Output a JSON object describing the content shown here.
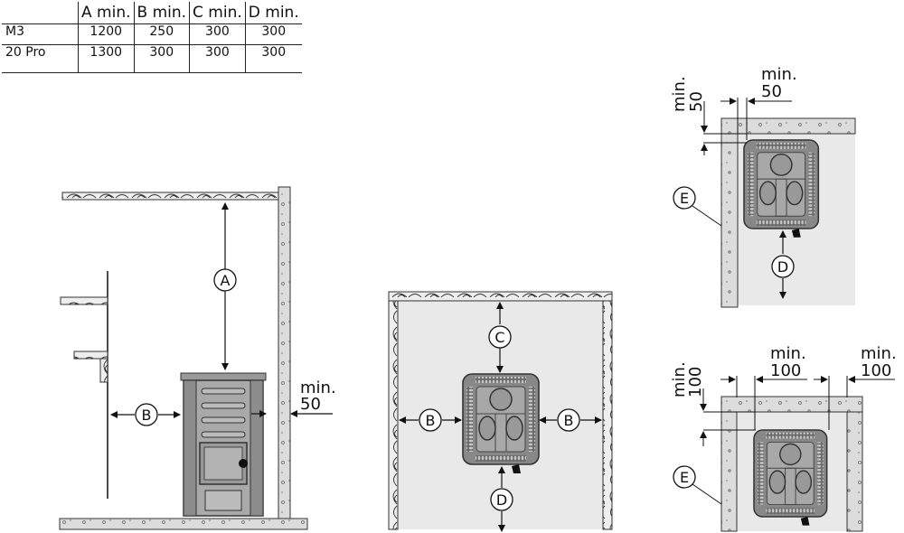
{
  "table": {
    "headers": [
      "",
      "A min.",
      "B min.",
      "C min.",
      "D min."
    ],
    "rows": [
      [
        "M3",
        "1200",
        "250",
        "300",
        "300"
      ],
      [
        "20 Pro",
        "1300",
        "300",
        "300",
        "300"
      ]
    ]
  },
  "labels": {
    "A": "A",
    "B": "B",
    "C": "C",
    "D": "D",
    "E": "E",
    "min": "min.",
    "fifty": "50",
    "hundred": "100"
  }
}
